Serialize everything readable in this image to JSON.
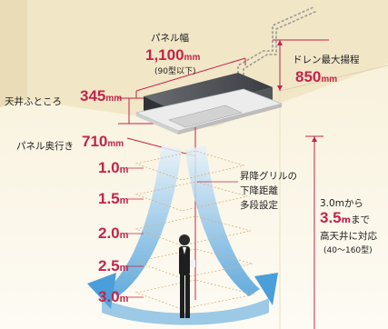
{
  "panel_width": {
    "label": "パネル幅",
    "value": "1,100",
    "unit": "mm",
    "note": "(90型以下)"
  },
  "drain": {
    "label": "ドレン最大揚程",
    "value": "850",
    "unit": "mm"
  },
  "ceiling_depth": {
    "label": "天井ふところ",
    "value": "345",
    "unit": "mm"
  },
  "panel_depth": {
    "label": "パネル奥行き",
    "value": "710",
    "unit": "mm"
  },
  "heights": [
    {
      "value": "1.0",
      "unit": "m"
    },
    {
      "value": "1.5",
      "unit": "m"
    },
    {
      "value": "2.0",
      "unit": "m"
    },
    {
      "value": "2.5",
      "unit": "m"
    },
    {
      "value": "3.0",
      "unit": "m"
    }
  ],
  "grille": {
    "line1": "昇降グリルの",
    "line2": "下降距離",
    "line3": "多段設定"
  },
  "ceiling_height": {
    "prefix": "3.0mから",
    "value": "3.5",
    "unit": "m",
    "suffix": "まで",
    "line3": "高天井に対応",
    "line4": "(40〜160型)"
  },
  "colors": {
    "accent": "#c3244a",
    "ceiling": "#f3ead0",
    "wall": "#faf6e9",
    "airflow": "#4fa3dc",
    "unit_body": "#4a4d52"
  }
}
